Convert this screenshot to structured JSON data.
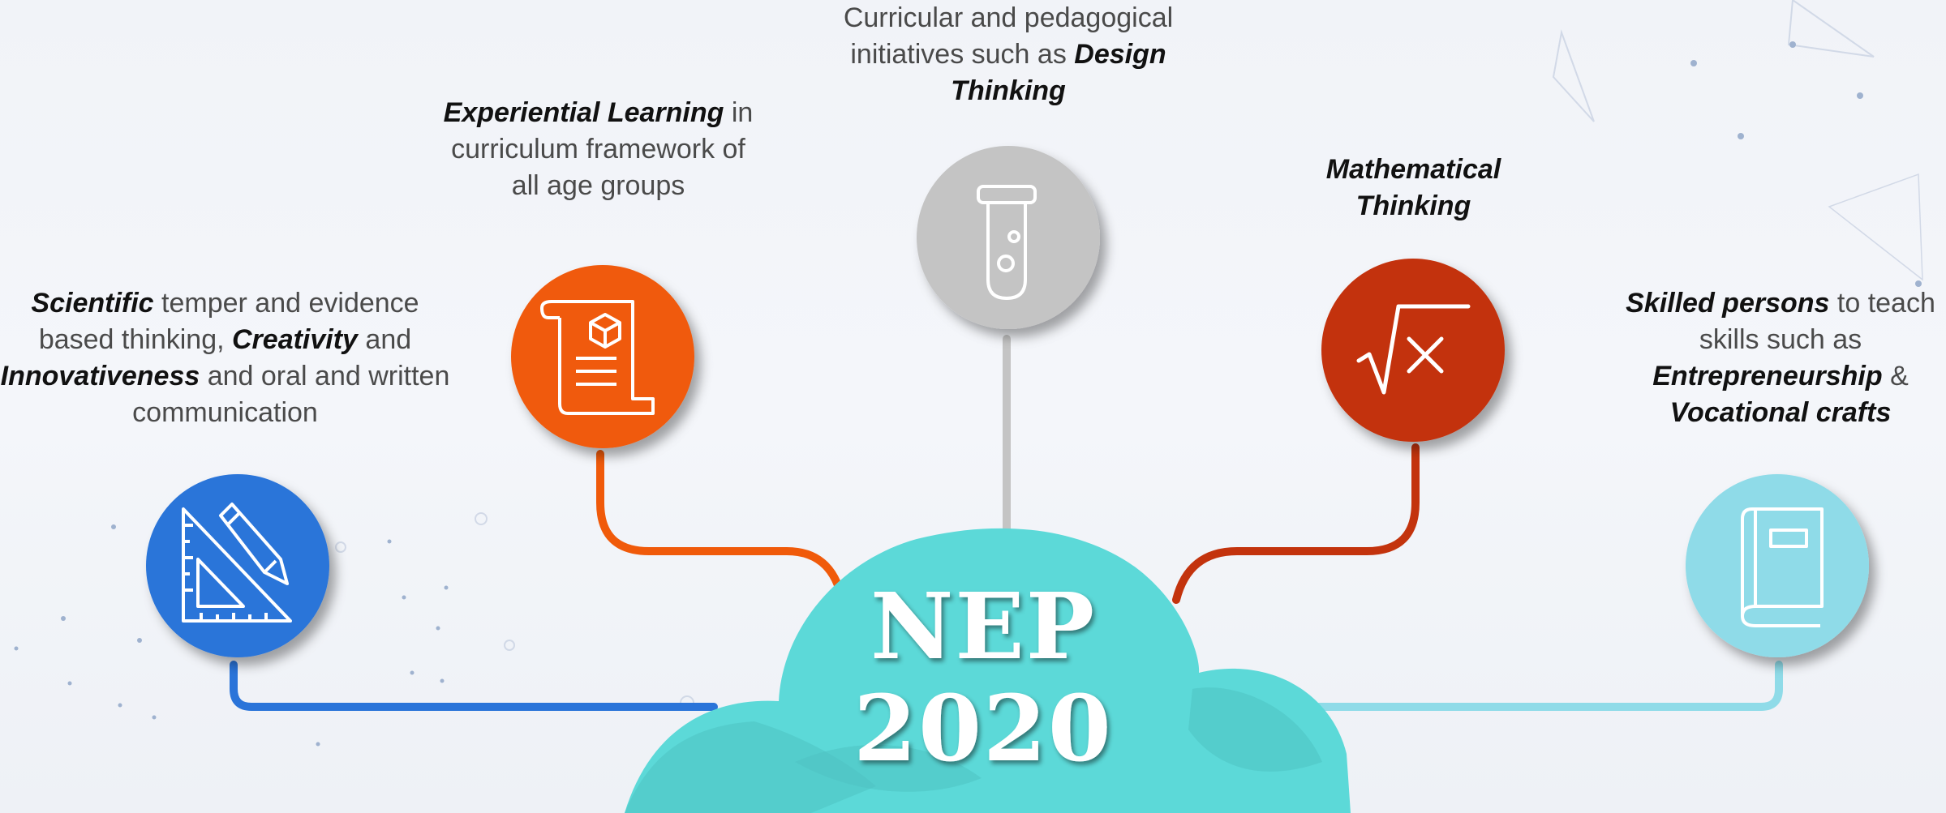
{
  "center": {
    "line1": "NEP",
    "line2": "2020"
  },
  "nodes": [
    {
      "name": "scientific",
      "color": "#2a74d9",
      "icon": "ruler-pencil-icon",
      "segments": [
        {
          "b": "Scientific"
        },
        {
          "t": " temper and evidence based thinking, "
        },
        {
          "b": "Creativity"
        },
        {
          "t": " and "
        },
        {
          "b": "Innovativeness"
        },
        {
          "t": " and oral and written communication"
        }
      ]
    },
    {
      "name": "experiential",
      "color": "#f05a0a",
      "icon": "scroll-cube-icon",
      "segments": [
        {
          "b": "Experiential Learning"
        },
        {
          "t": " in curriculum framework of all age groups"
        }
      ]
    },
    {
      "name": "design",
      "color": "#c4c4c4",
      "icon": "test-tube-icon",
      "segments": [
        {
          "t": "Curricular and pedagogical initiatives such as "
        },
        {
          "b": "Design Thinking"
        }
      ]
    },
    {
      "name": "mathematical",
      "color": "#c3330d",
      "icon": "square-root-icon",
      "segments": [
        {
          "b": "Mathematical Thinking"
        }
      ]
    },
    {
      "name": "skilled",
      "color": "#8fdbe8",
      "icon": "book-icon",
      "segments": [
        {
          "b": "Skilled persons"
        },
        {
          "t": " to teach skills such as "
        },
        {
          "b": "Entrepreneurship"
        },
        {
          "t": " & "
        },
        {
          "b": "Vocational crafts"
        }
      ]
    }
  ]
}
